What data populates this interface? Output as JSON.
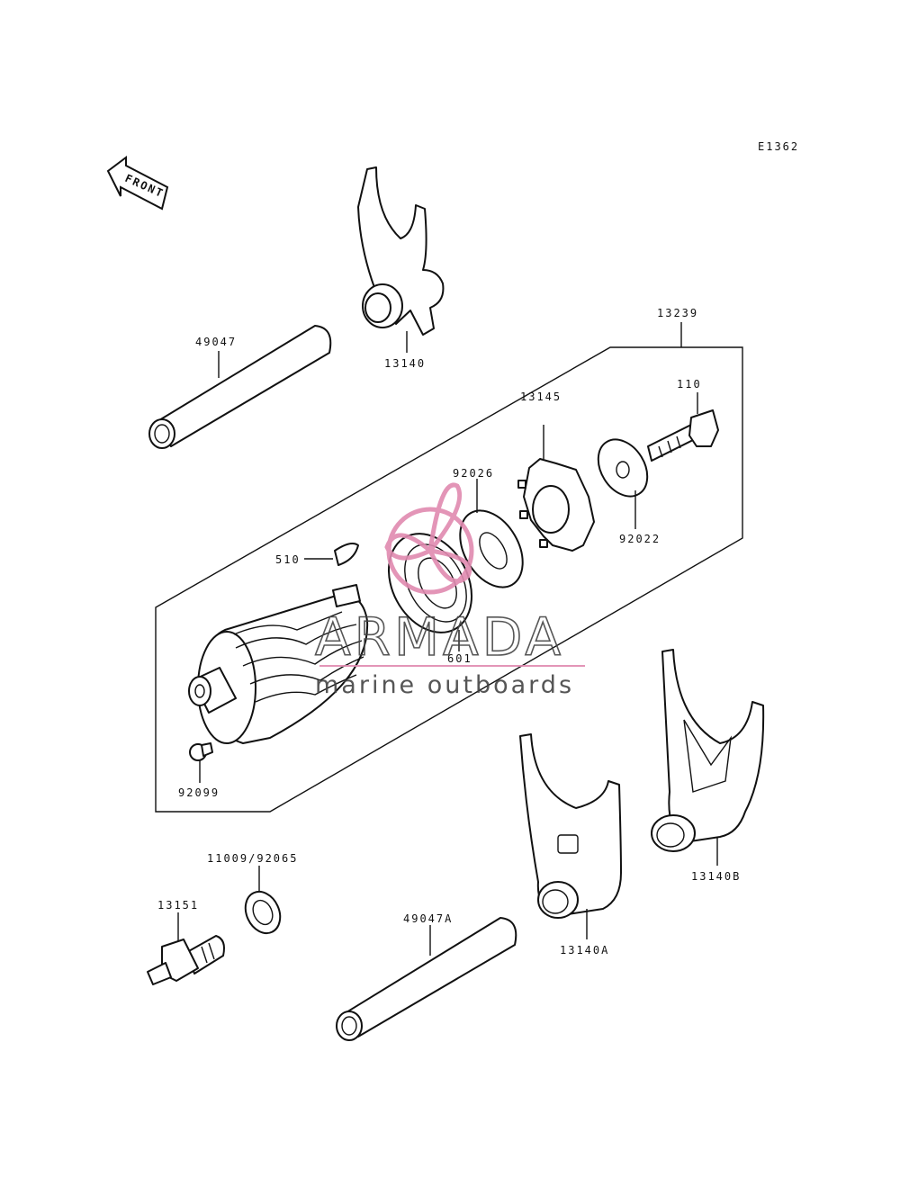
{
  "diagram": {
    "ref_code": "E1362",
    "front_label": "FRONT",
    "parts": {
      "p13140": "13140",
      "p49047": "49047",
      "p13239": "13239",
      "p110": "110",
      "p13145": "13145",
      "p92026": "92026",
      "p92022": "92022",
      "p510": "510",
      "p601": "601",
      "p92099": "92099",
      "p13140B": "13140B",
      "p11009_92065": "11009/92065",
      "p13151": "13151",
      "p49047A": "49047A",
      "p13140A": "13140A"
    }
  },
  "watermark": {
    "title": "ARMADA",
    "subtitle": "marine outboards",
    "accent_color": "#e08ab0",
    "text_color": "#444444"
  }
}
